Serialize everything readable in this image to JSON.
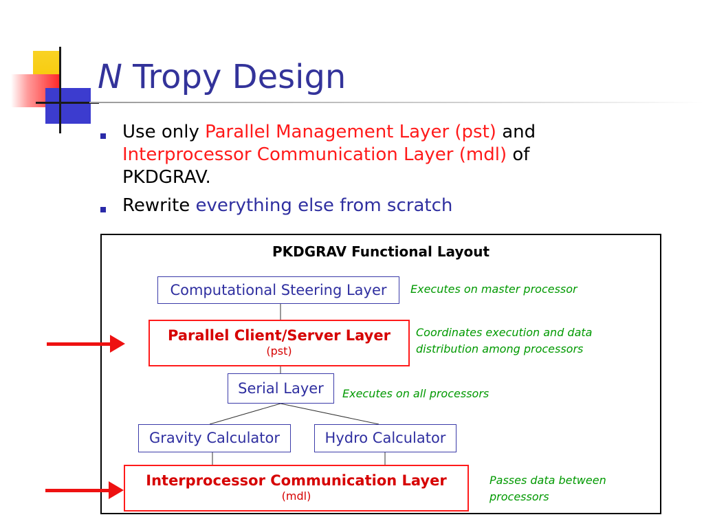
{
  "slide": {
    "title_italic": "N",
    "title_rest": " Tropy Design"
  },
  "bullets": [
    {
      "parts": [
        "Use only ",
        "Parallel Management Layer (pst)",
        " and",
        "Interprocessor Communication Layer (mdl)",
        " of",
        "PKDGRAV."
      ]
    },
    {
      "parts": [
        "Rewrite ",
        "everything else from scratch"
      ]
    }
  ],
  "diagram": {
    "title": "PKDGRAV Functional Layout",
    "computational_steering": "Computational Steering Layer",
    "parallel_client_server": "Parallel Client/Server Layer",
    "parallel_client_server_sub": "(pst)",
    "serial_layer": "Serial Layer",
    "gravity_calculator": "Gravity Calculator",
    "hydro_calculator": "Hydro Calculator",
    "interprocessor": "Interprocessor Communication Layer",
    "interprocessor_sub": "(mdl)",
    "notes": {
      "master": "Executes on master processor",
      "coordinates_line1": "Coordinates execution and data",
      "coordinates_line2": "distribution among processors",
      "all": "Executes on all processors",
      "passes_line1": "Passes data between",
      "passes_line2": "processors"
    }
  },
  "colors": {
    "title": "#33339a",
    "highlight_red": "#ff1a1a",
    "highlight_blue": "#2f2fa0",
    "note_green": "#009900",
    "arrow_red": "#ee1111"
  }
}
